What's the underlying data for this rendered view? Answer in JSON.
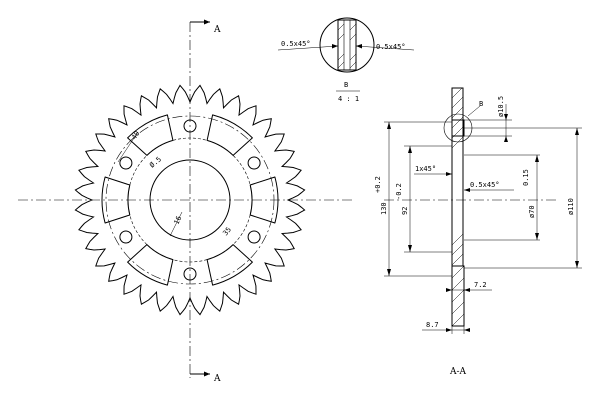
{
  "front_view": {
    "section_mark_top": "A",
    "section_mark_bottom": "A",
    "dims": {
      "pocket_width": "40",
      "hole_dia": "16"
    },
    "small_labels": {
      "inner": "Ø.5",
      "right": "35"
    }
  },
  "detail_b": {
    "chamfer_left": "0.5x45°",
    "chamfer_right": "0.5x45°",
    "label": "B",
    "scale": "4 : 1"
  },
  "section_view": {
    "title": "A-A",
    "detail_ref": "B",
    "dims": {
      "hole": "ø10.5",
      "outer_dia": "ø110",
      "bore": "ø70",
      "bore_tol": "0.15",
      "pcd": "130",
      "pcd_tol": "+0.2",
      "root": "92",
      "root_tol": "-0.2",
      "chamfer_a": "1x45°",
      "chamfer_b": "0.5x45°",
      "hub": "7.2",
      "thickness": "8.7"
    }
  }
}
